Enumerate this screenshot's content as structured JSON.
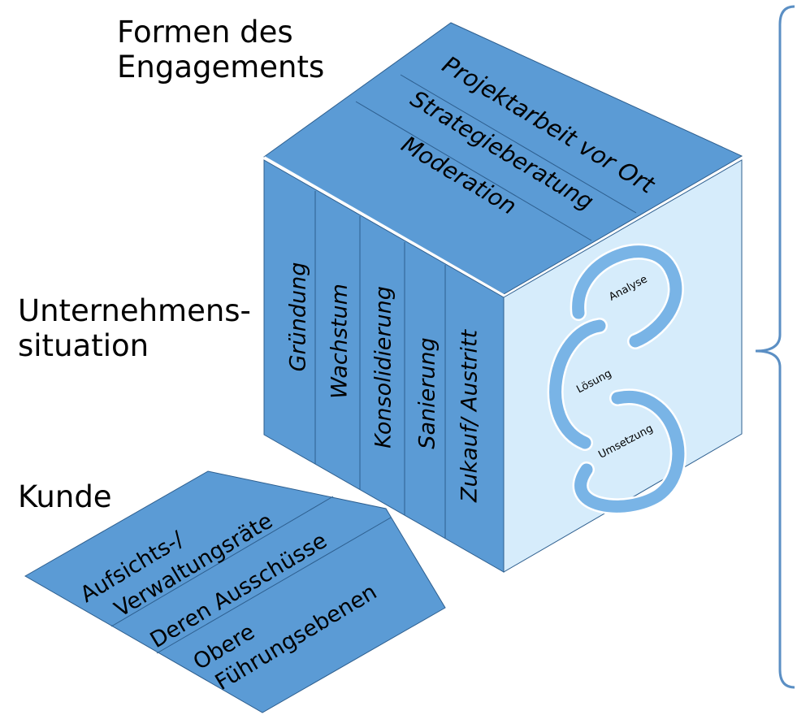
{
  "labels": {
    "formen_line1": "Formen des",
    "formen_line2": "Engagements",
    "situation_line1": "Unternehmens-",
    "situation_line2": "situation",
    "kunde": "Kunde"
  },
  "top_face": [
    "Projektarbeit vor Ort",
    "Strategieberatung",
    "Moderation"
  ],
  "front_face": [
    "Gründung",
    "Wachstum",
    "Konsolidierung",
    "Sanierung",
    "Zukauf/ Austritt"
  ],
  "right_face": [
    "Analyse",
    "Lösung",
    "Umsetzung"
  ],
  "kunde_face": {
    "row1_line1": "Aufsichts-/",
    "row1_line2": "Verwaltungsräte",
    "row2": "Deren Ausschüsse",
    "row3_line1": "Obere",
    "row3_line2": "Führungsebenen"
  },
  "colors": {
    "face_blue": "#5b9bd5",
    "right_face": "#d6ecfb",
    "edge": "#2e5f8f",
    "arrow": "#79b4e6",
    "brace": "#5b8fc4"
  }
}
